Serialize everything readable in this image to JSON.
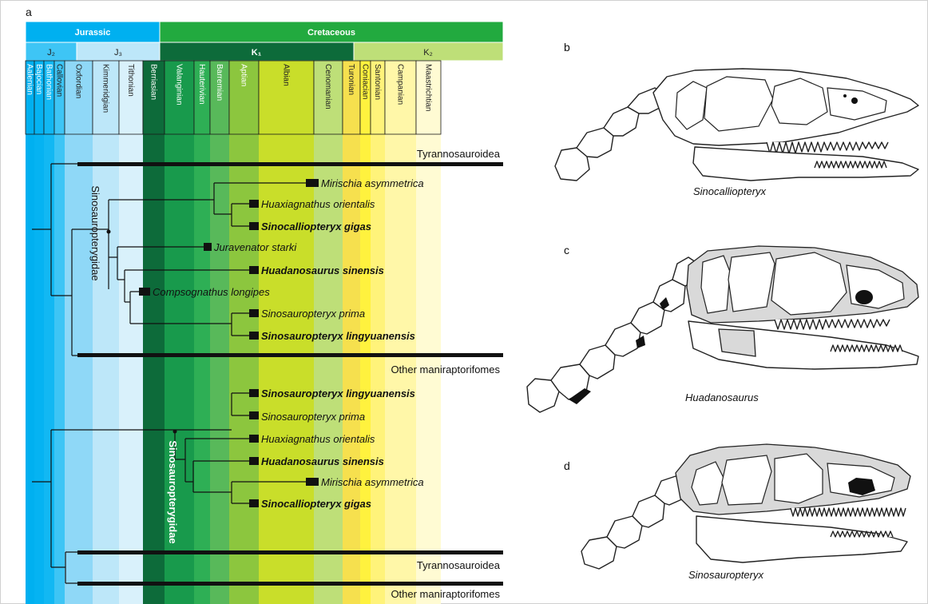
{
  "panel_labels": {
    "a": "a",
    "b": "b",
    "c": "c",
    "d": "d"
  },
  "periods": {
    "jurassic": "Jurassic",
    "cretaceous": "Cretaceous"
  },
  "epochs": {
    "j2": "J₂",
    "j3": "J₃",
    "k1": "K₁",
    "k2": "K₂"
  },
  "stages": [
    {
      "name": "Aalenian",
      "color": "#00b0f0",
      "white": true
    },
    {
      "name": "Bajocian",
      "color": "#05b3f2",
      "white": true
    },
    {
      "name": "Bathonian",
      "color": "#12b8f3",
      "white": true
    },
    {
      "name": "Callovian",
      "color": "#3ec5f5",
      "white": false
    },
    {
      "name": "Oxfordian",
      "color": "#8fd8f7",
      "white": false
    },
    {
      "name": "Kimmeridgian",
      "color": "#bde7f9",
      "white": false
    },
    {
      "name": "Tithonian",
      "color": "#d9f1fb",
      "white": false
    },
    {
      "name": "Berriasian",
      "color": "#0d6b3a",
      "white": true
    },
    {
      "name": "Valanginian",
      "color": "#189a4c",
      "white": true
    },
    {
      "name": "Hauterivian",
      "color": "#2eaf55",
      "white": true
    },
    {
      "name": "Barremian",
      "color": "#58b95a",
      "white": true
    },
    {
      "name": "Aptian",
      "color": "#8cc63e",
      "white": true
    },
    {
      "name": "Albian",
      "color": "#c9de2a",
      "white": false
    },
    {
      "name": "Cenomanian",
      "color": "#bedf78",
      "white": false
    },
    {
      "name": "Turonian",
      "color": "#f6e04e",
      "white": false
    },
    {
      "name": "Coniacian",
      "color": "#fff23e",
      "white": false
    },
    {
      "name": "Santonian",
      "color": "#fff37a",
      "white": false
    },
    {
      "name": "Campanian",
      "color": "#fff7a8",
      "white": false
    },
    {
      "name": "Maastrichtian",
      "color": "#fffbd3",
      "white": false
    }
  ],
  "tree1": {
    "outgroup_top": "Tyrannosauroidea",
    "outgroup_bottom": "Other maniraptorifomes",
    "clade": "Sinosauropterygidae",
    "taxa": [
      {
        "name": "Mirischia asymmetrica",
        "bold": false
      },
      {
        "name": "Huaxiagnathus orientalis",
        "bold": false
      },
      {
        "name": "Sinocalliopteryx gigas",
        "bold": true
      },
      {
        "name": "Juravenator starki",
        "bold": false
      },
      {
        "name": "Huadanosaurus sinensis",
        "bold": true
      },
      {
        "name": "Compsognathus longipes",
        "bold": false
      },
      {
        "name": "Sinosauropteryx prima",
        "bold": false
      },
      {
        "name": "Sinosauropteryx lingyuanensis",
        "bold": true
      }
    ]
  },
  "tree2": {
    "outgroup_top": "Tyrannosauroidea",
    "outgroup_bottom": "Other maniraptorifomes",
    "clade": "Sinosauropterygidae",
    "taxa": [
      {
        "name": "Sinosauropteryx lingyuanensis",
        "bold": true
      },
      {
        "name": "Sinosauropteryx prima",
        "bold": false
      },
      {
        "name": "Huaxiagnathus orientalis",
        "bold": false
      },
      {
        "name": "Huadanosaurus sinensis",
        "bold": true
      },
      {
        "name": "Mirischia asymmetrica",
        "bold": false
      },
      {
        "name": "Sinocalliopteryx gigas",
        "bold": true
      }
    ]
  },
  "skulls": {
    "b": "Sinocalliopteryx",
    "c": "Huadanosaurus",
    "d": "Sinosauropteryx"
  }
}
